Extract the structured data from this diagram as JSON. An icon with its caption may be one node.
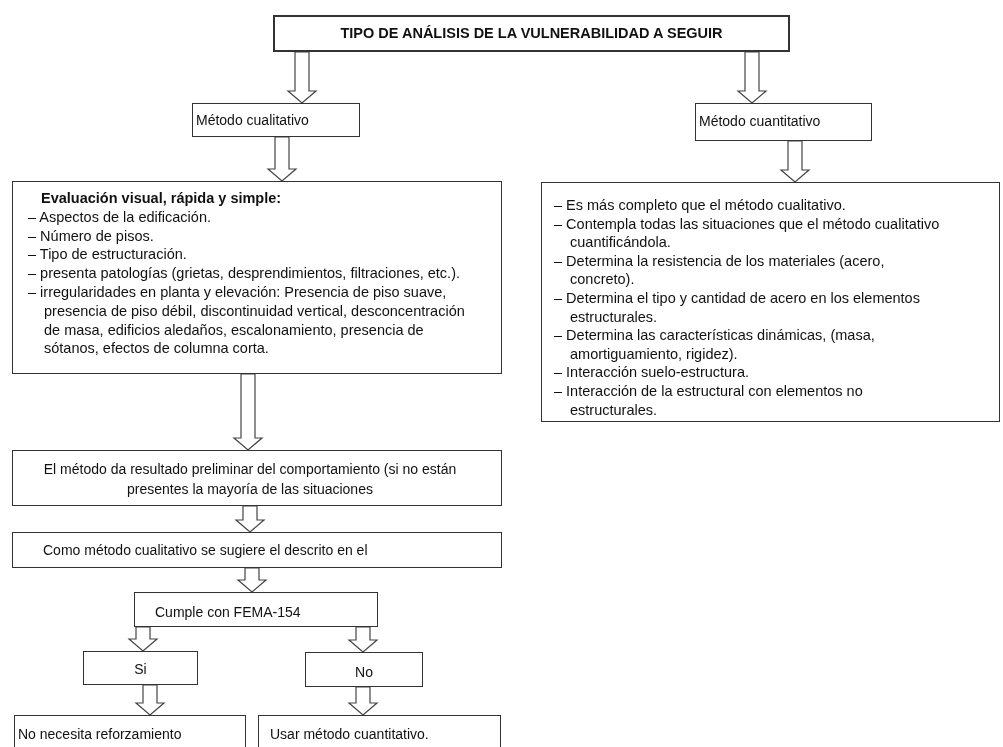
{
  "diagram": {
    "nodes": [
      {
        "text": [
          "TIPO DE ANÁLISIS DE LA VULNERABILIDAD A SEGUIR"
        ]
      },
      {
        "text": [
          "Método cualitativo"
        ]
      },
      {
        "text": [
          "Método cuantitativo"
        ]
      },
      {
        "text": [
          "Evaluación visual, rápida y simple:",
          "– Aspectos de la edificación.",
          "– Número de pisos.",
          "– Tipo de estructuración.",
          "– presenta patologías (grietas, desprendimientos, filtraciones, etc.).",
          "– irregularidades en planta y elevación: Presencia de piso suave, presencia de piso débil, discontinuidad vertical, desconcentración de masa, edificios aledaños, escalonamiento, presencia de sótanos, efectos de columna corta."
        ]
      },
      {
        "text": [
          "– Es más completo que el método cualitativo.",
          "– Contempla todas las situaciones que el método cualitativo cuantificándola.",
          "– Determina la resistencia de los materiales (acero, concreto).",
          "– Determina el tipo y cantidad de acero en los elementos estructurales.",
          "– Determina las características dinámicas, (masa, amortiguamiento, rigidez).",
          "– Interacción suelo-estructura.",
          "– Interacción de la estructural con elementos no estructurales."
        ]
      },
      {
        "text": [
          "El método da resultado preliminar del comportamiento (si no están presentes la mayoría de las situaciones"
        ]
      },
      {
        "text": [
          "Como método cualitativo se sugiere el descrito en el"
        ]
      },
      {
        "text": [
          "Cumple con FEMA-154"
        ]
      },
      {
        "text": [
          "Si"
        ]
      },
      {
        "text": [
          "No"
        ]
      },
      {
        "text": [
          "No necesita reforzamiento"
        ]
      },
      {
        "text": [
          "Usar método cuantitativo."
        ]
      }
    ],
    "edges": [
      {
        "from": 0,
        "to": 1,
        "arrow": "to"
      },
      {
        "from": 0,
        "to": 2,
        "arrow": "to"
      },
      {
        "from": 1,
        "to": 3,
        "arrow": "to"
      },
      {
        "from": 2,
        "to": 4,
        "arrow": "to"
      },
      {
        "from": 3,
        "to": 5,
        "arrow": "to"
      },
      {
        "from": 5,
        "to": 6,
        "arrow": "to"
      },
      {
        "from": 6,
        "to": 7,
        "arrow": "to"
      },
      {
        "from": 7,
        "to": 8,
        "arrow": "to"
      },
      {
        "from": 7,
        "to": 9,
        "arrow": "to"
      },
      {
        "from": 8,
        "to": 10,
        "arrow": "to"
      },
      {
        "from": 9,
        "to": 11,
        "arrow": "to"
      }
    ]
  }
}
